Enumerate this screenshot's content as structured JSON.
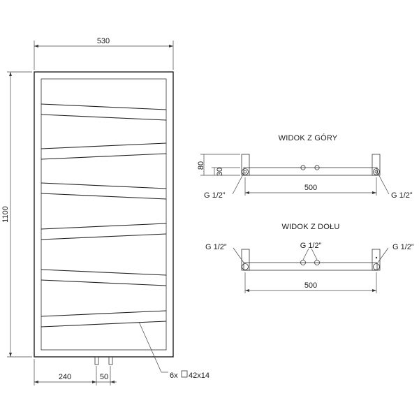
{
  "front_view": {
    "width_label": "530",
    "height_label": "1100",
    "left_offset_label": "240",
    "connector_spacing_label": "50",
    "fixing_label": "6x",
    "fixing_size_label": "42x14"
  },
  "top_view": {
    "title": "WIDOK Z GÓRY",
    "depth_label": "80",
    "offset_label": "30",
    "left_thread_label": "G 1/2”",
    "right_thread_label": "G 1/2”",
    "span_label": "500"
  },
  "bottom_view": {
    "title": "WIDOK Z DOŁU",
    "left_thread_label": "G 1/2”",
    "center_thread_label": "G 1/2”",
    "right_thread_label": "G 1/2”",
    "span_label": "500"
  }
}
